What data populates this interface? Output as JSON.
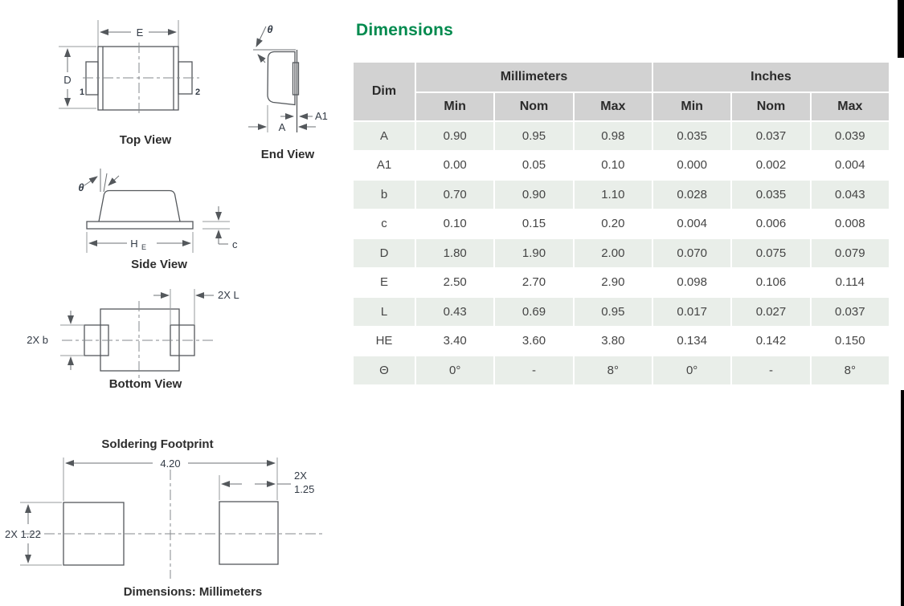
{
  "page": {
    "title": "Dimensions"
  },
  "colors": {
    "accent_green": "#008A4E",
    "header_gray": "#D2D2D2",
    "row_shade": "#E9EEE9"
  },
  "table": {
    "dim_header": "Dim",
    "groups": [
      {
        "label": "Millimeters"
      },
      {
        "label": "Inches"
      }
    ],
    "sub_headers": [
      "Min",
      "Nom",
      "Max",
      "Min",
      "Nom",
      "Max"
    ],
    "rows": [
      {
        "dim": "A",
        "values": [
          "0.90",
          "0.95",
          "0.98",
          "0.035",
          "0.037",
          "0.039"
        ]
      },
      {
        "dim": "A1",
        "values": [
          "0.00",
          "0.05",
          "0.10",
          "0.000",
          "0.002",
          "0.004"
        ]
      },
      {
        "dim": "b",
        "values": [
          "0.70",
          "0.90",
          "1.10",
          "0.028",
          "0.035",
          "0.043"
        ]
      },
      {
        "dim": "c",
        "values": [
          "0.10",
          "0.15",
          "0.20",
          "0.004",
          "0.006",
          "0.008"
        ]
      },
      {
        "dim": "D",
        "values": [
          "1.80",
          "1.90",
          "2.00",
          "0.070",
          "0.075",
          "0.079"
        ]
      },
      {
        "dim": "E",
        "values": [
          "2.50",
          "2.70",
          "2.90",
          "0.098",
          "0.106",
          "0.114"
        ]
      },
      {
        "dim": "L",
        "values": [
          "0.43",
          "0.69",
          "0.95",
          "0.017",
          "0.027",
          "0.037"
        ]
      },
      {
        "dim": "HE",
        "values": [
          "3.40",
          "3.60",
          "3.80",
          "0.134",
          "0.142",
          "0.150"
        ]
      },
      {
        "dim": "Θ",
        "values": [
          "0°",
          "-",
          "8°",
          "0°",
          "-",
          "8°"
        ]
      }
    ]
  },
  "drawings": {
    "top_view": {
      "title": "Top View",
      "e": "E",
      "d": "D",
      "pin1": "1",
      "pin2": "2"
    },
    "end_view": {
      "title": "End View",
      "theta": "θ",
      "a1": "A1",
      "a": "A"
    },
    "side_view": {
      "title": "Side View",
      "theta": "θ",
      "he_main": "H",
      "he_sub": "E",
      "c": "c"
    },
    "bottom_view": {
      "title": "Bottom View",
      "l": "2X L",
      "b": "2X b"
    },
    "footprint": {
      "title": "Soldering Footprint",
      "width": "4.20",
      "pad_w_line1": "2X",
      "pad_w_line2": "1.25",
      "pad_h": "2X 1.22",
      "caption": "Dimensions: Millimeters"
    }
  }
}
